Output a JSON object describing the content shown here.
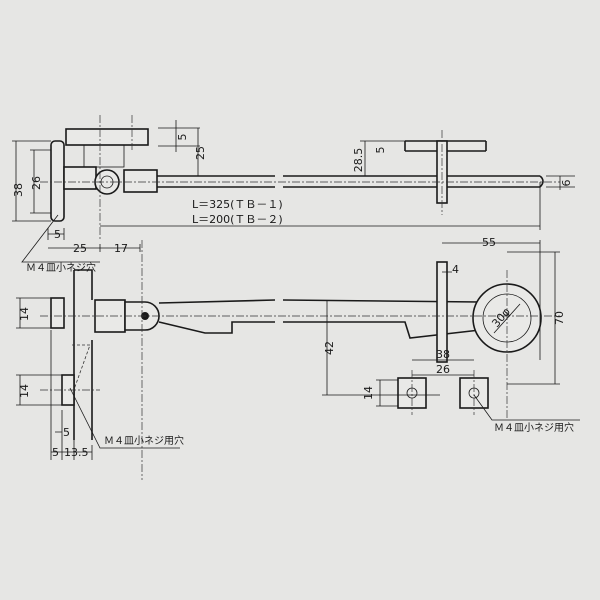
{
  "drawing": {
    "top_view": {
      "dim_plate_thickness": "5",
      "dim_height_25": "25",
      "dim_overall_38": "38",
      "dim_hole_pitch_26": "26",
      "dim_flange_5": "5",
      "dim_offset_25": "25",
      "dim_offset_17": "17",
      "length_tb1": "L＝325(ＴＢ－１)",
      "length_tb2": "L＝200(ＴＢ－２)",
      "screw_note": "Ｍ４皿小ネジ穴",
      "dim_end_plate_5": "5",
      "dim_28_5": "28.5",
      "dim_rod_6": "6"
    },
    "side_view": {
      "dim_55": "55",
      "dim_4": "4",
      "dim_ring": "30φ",
      "dim_70": "70",
      "dim_42": "42",
      "dim_38": "38",
      "dim_26": "26",
      "dim_14_right": "14",
      "screw_note_right": "Ｍ４皿小ネジ用穴",
      "dim_14_top": "14",
      "dim_14_bottom": "14",
      "dim_5": "5",
      "dim_5_b": "5",
      "dim_13_5": "13.5",
      "screw_note_left": "Ｍ４皿小ネジ用穴"
    }
  }
}
